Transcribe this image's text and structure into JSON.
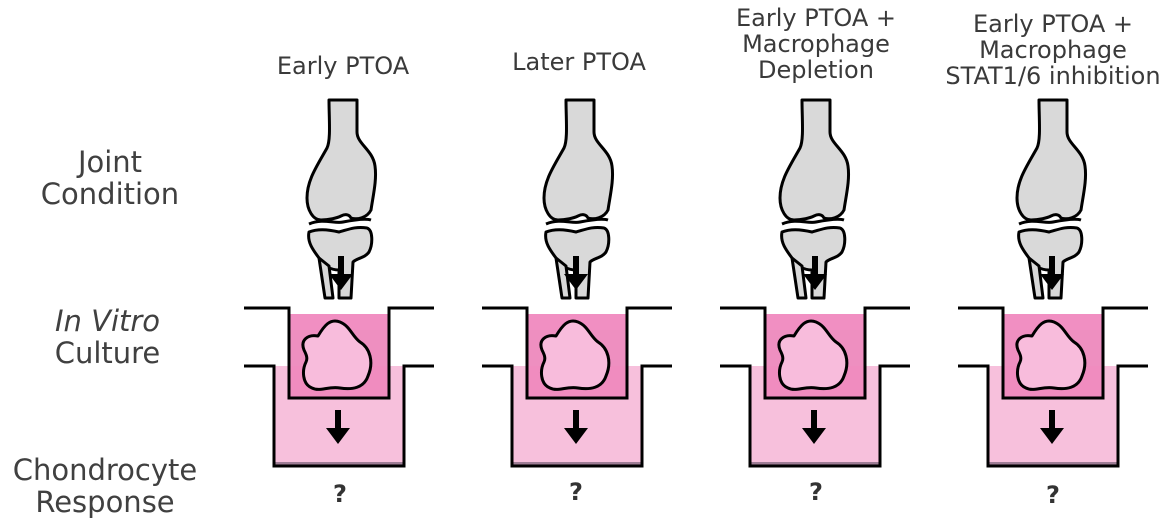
{
  "row_labels": {
    "joint": [
      "Joint",
      "Condition"
    ],
    "culture": [
      "In Vitro",
      "Culture"
    ],
    "response": [
      "Chondrocyte",
      "Response"
    ]
  },
  "columns": [
    {
      "title_lines": [
        "Early PTOA"
      ],
      "response": "?"
    },
    {
      "title_lines": [
        "Later PTOA"
      ],
      "response": "?"
    },
    {
      "title_lines": [
        "Early PTOA +",
        "Macrophage",
        "Depletion"
      ],
      "response": "?"
    },
    {
      "title_lines": [
        "Early PTOA +",
        "Macrophage",
        "STAT1/6 inhibition"
      ],
      "response": "?"
    }
  ],
  "colors": {
    "bone_fill": "#d9d9d9",
    "outline": "#000000",
    "insert_media": "#ee8fc0",
    "insert_media_light": "#f5aed3",
    "explant_fill": "#f8bcdc",
    "well_media": "#f7c0dc",
    "well_bottom": "#9e7d95"
  }
}
